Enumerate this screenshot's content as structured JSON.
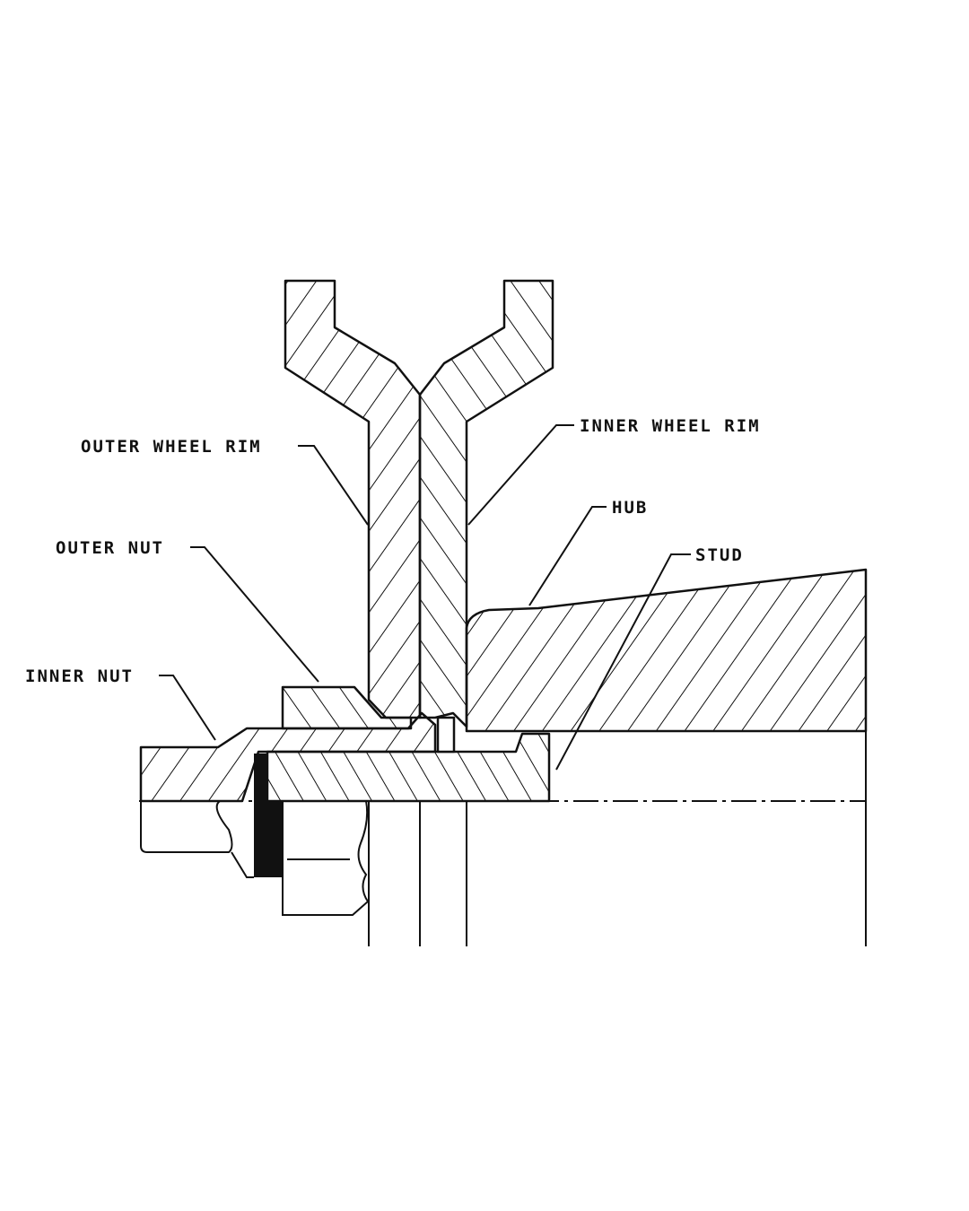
{
  "diagram": {
    "labels": {
      "outer_wheel_rim": "OUTER WHEEL RIM",
      "inner_wheel_rim": "INNER WHEEL RIM",
      "hub": "HUB",
      "stud": "STUD",
      "outer_nut": "OUTER NUT",
      "inner_nut": "INNER NUT"
    },
    "colors": {
      "ink": "#111111",
      "background": "#ffffff"
    }
  }
}
